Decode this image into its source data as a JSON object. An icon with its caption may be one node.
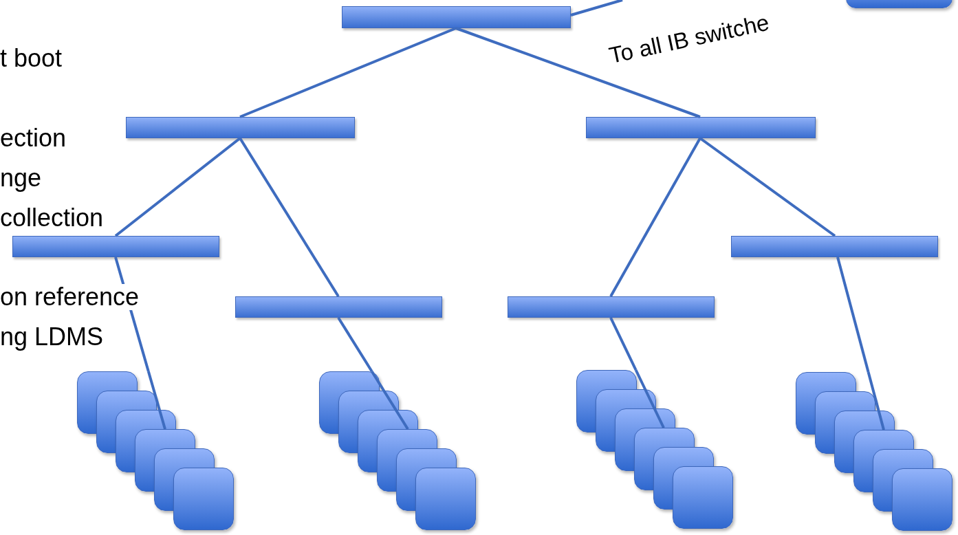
{
  "diagram": {
    "nodes": [
      {
        "text": [],
        "shape": "bar"
      },
      {
        "text": [],
        "shape": "box"
      },
      {
        "text": [],
        "shape": "bar"
      },
      {
        "text": [],
        "shape": "bar"
      },
      {
        "text": [],
        "shape": "bar"
      },
      {
        "text": [],
        "shape": "bar"
      },
      {
        "text": [],
        "shape": "bar"
      },
      {
        "text": [],
        "shape": "bar"
      },
      {
        "text": [],
        "shape": "box"
      },
      {
        "text": [],
        "shape": "box"
      },
      {
        "text": [],
        "shape": "box"
      },
      {
        "text": [],
        "shape": "box"
      }
    ],
    "edges": [
      {
        "from": 0,
        "to": null,
        "arrow": "none"
      },
      {
        "from": 0,
        "to": 2,
        "arrow": "none"
      },
      {
        "from": 0,
        "to": 3,
        "arrow": "none"
      },
      {
        "from": 2,
        "to": 4,
        "arrow": "none"
      },
      {
        "from": 2,
        "to": 6,
        "arrow": "none"
      },
      {
        "from": 3,
        "to": 7,
        "arrow": "none"
      },
      {
        "from": 3,
        "to": 5,
        "arrow": "none"
      },
      {
        "from": 4,
        "to": 8,
        "arrow": "none"
      },
      {
        "from": 6,
        "to": 9,
        "arrow": "none"
      },
      {
        "from": 7,
        "to": 10,
        "arrow": "none"
      },
      {
        "from": 5,
        "to": 11,
        "arrow": "none"
      }
    ],
    "labels": [
      "t boot",
      "ection",
      "nge",
      "collection",
      "on reference",
      "ng LDMS",
      "To all IB switche"
    ]
  }
}
